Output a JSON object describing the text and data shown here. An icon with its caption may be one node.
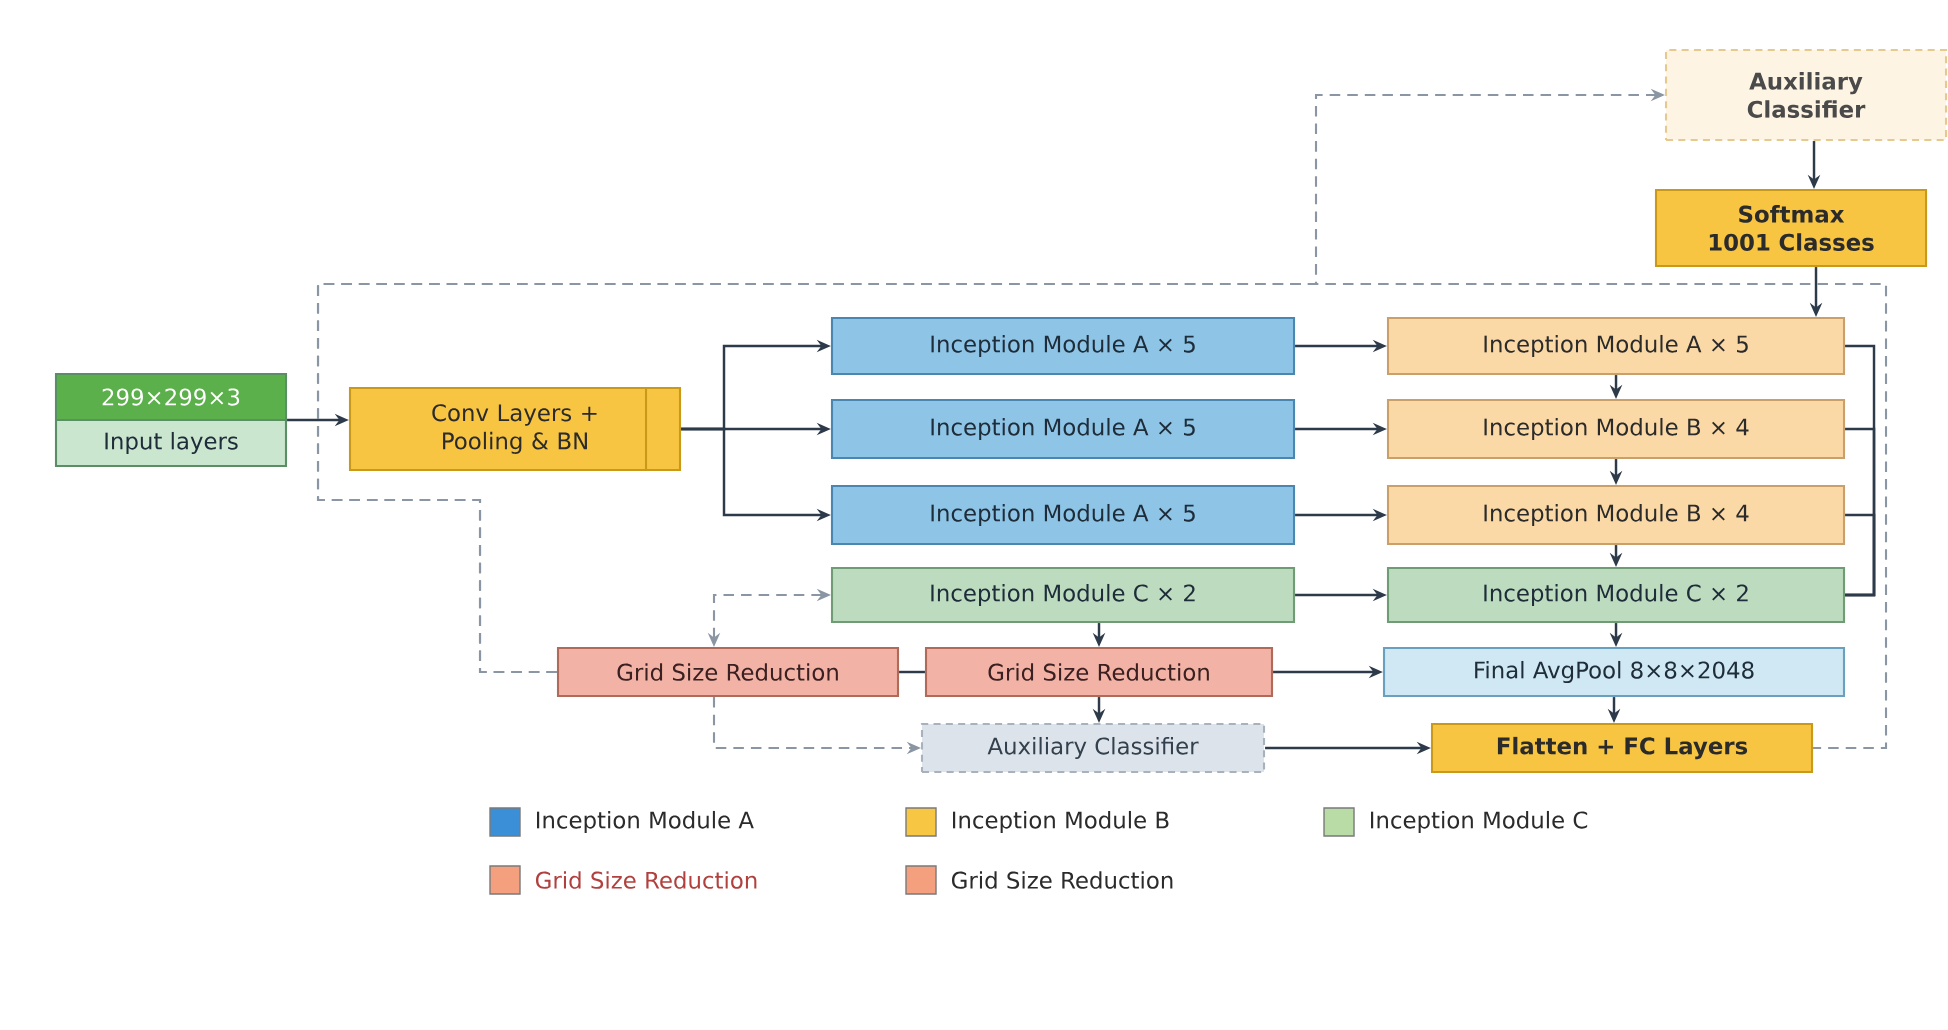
{
  "diagram": {
    "nodes": [
      {
        "text": [
          "299×299×3",
          "Input layers"
        ]
      },
      {
        "text": [
          "Conv Layers + Pooling & BN"
        ]
      },
      {
        "text": [
          "Inception Module A × 5"
        ]
      },
      {
        "text": [
          "Inception Module A × 5"
        ]
      },
      {
        "text": [
          "Inception Module A × 5"
        ]
      },
      {
        "text": [
          "Inception Module C × 2"
        ]
      },
      {
        "text": [
          "Grid Size Reduction"
        ]
      },
      {
        "text": [
          "Grid Size Reduction"
        ]
      },
      {
        "text": [
          "Auxiliary Classifier"
        ]
      },
      {
        "text": [
          "Auxiliary Classifier"
        ]
      },
      {
        "text": [
          "Softmax 1001 Classes"
        ]
      },
      {
        "text": [
          "Inception Module A × 5"
        ]
      },
      {
        "text": [
          "Inception Module B × 4"
        ]
      },
      {
        "text": [
          "Inception Module B × 4"
        ]
      },
      {
        "text": [
          "Inception Module C × 2"
        ]
      },
      {
        "text": [
          "Final AvgPool 8×8×2048"
        ]
      },
      {
        "text": [
          "Flatten + FC Layers"
        ]
      }
    ],
    "edges": [
      {
        "from": 0,
        "to": 1,
        "arrow": "to"
      },
      {
        "from": 1,
        "to": 2,
        "arrow": "to"
      },
      {
        "from": 1,
        "to": 3,
        "arrow": "to"
      },
      {
        "from": 1,
        "to": 4,
        "arrow": "to"
      },
      {
        "from": 2,
        "to": 11,
        "arrow": "to"
      },
      {
        "from": 3,
        "to": 12,
        "arrow": "to"
      },
      {
        "from": 4,
        "to": 13,
        "arrow": "to"
      },
      {
        "from": 5,
        "to": 14,
        "arrow": "to"
      },
      {
        "from": 11,
        "to": 12,
        "arrow": "to"
      },
      {
        "from": 12,
        "to": 13,
        "arrow": "to"
      },
      {
        "from": 13,
        "to": 14,
        "arrow": "to"
      },
      {
        "from": 14,
        "to": 15,
        "arrow": "to"
      },
      {
        "from": 15,
        "to": 16,
        "arrow": "to"
      },
      {
        "from": 5,
        "to": 7,
        "arrow": "to"
      },
      {
        "from": 7,
        "to": 8,
        "arrow": "to"
      },
      {
        "from": 6,
        "to": 7,
        "arrow": "none"
      },
      {
        "from": 7,
        "to": 15,
        "arrow": "to"
      },
      {
        "from": 8,
        "to": 16,
        "arrow": "to"
      },
      {
        "from": 9,
        "to": 10,
        "arrow": "to"
      },
      {
        "from": 10,
        "to": 11,
        "arrow": "to"
      },
      {
        "from": 6,
        "to": 5,
        "arrow": "both",
        "style": "dashed",
        "color": "#8a96a3"
      },
      {
        "from": 6,
        "to": 8,
        "arrow": "to",
        "style": "dashed",
        "color": "#8a96a3"
      },
      {
        "from": 6,
        "to": 9,
        "arrow": "to",
        "style": "dashed",
        "color": "#8a96a3"
      },
      {
        "from": 6,
        "to": 16,
        "arrow": "none",
        "style": "dashed",
        "color": "#8a96a3"
      },
      {
        "from": 11,
        "to": 14,
        "arrow": "none"
      },
      {
        "from": 12,
        "to": 14,
        "arrow": "none"
      },
      {
        "from": 13,
        "to": 14,
        "arrow": "none"
      }
    ],
    "legend": [
      {
        "text": "Inception Module A",
        "color": "#3a8fd6"
      },
      {
        "text": "Inception Module B",
        "color": "#f7c744"
      },
      {
        "text": "Inception Module C",
        "color": "#b9dba6"
      },
      {
        "text": "Grid Size Reduction",
        "color": "#f4a07f"
      },
      {
        "text": "Grid Size Reduction",
        "color": "#f4a07f"
      }
    ]
  }
}
